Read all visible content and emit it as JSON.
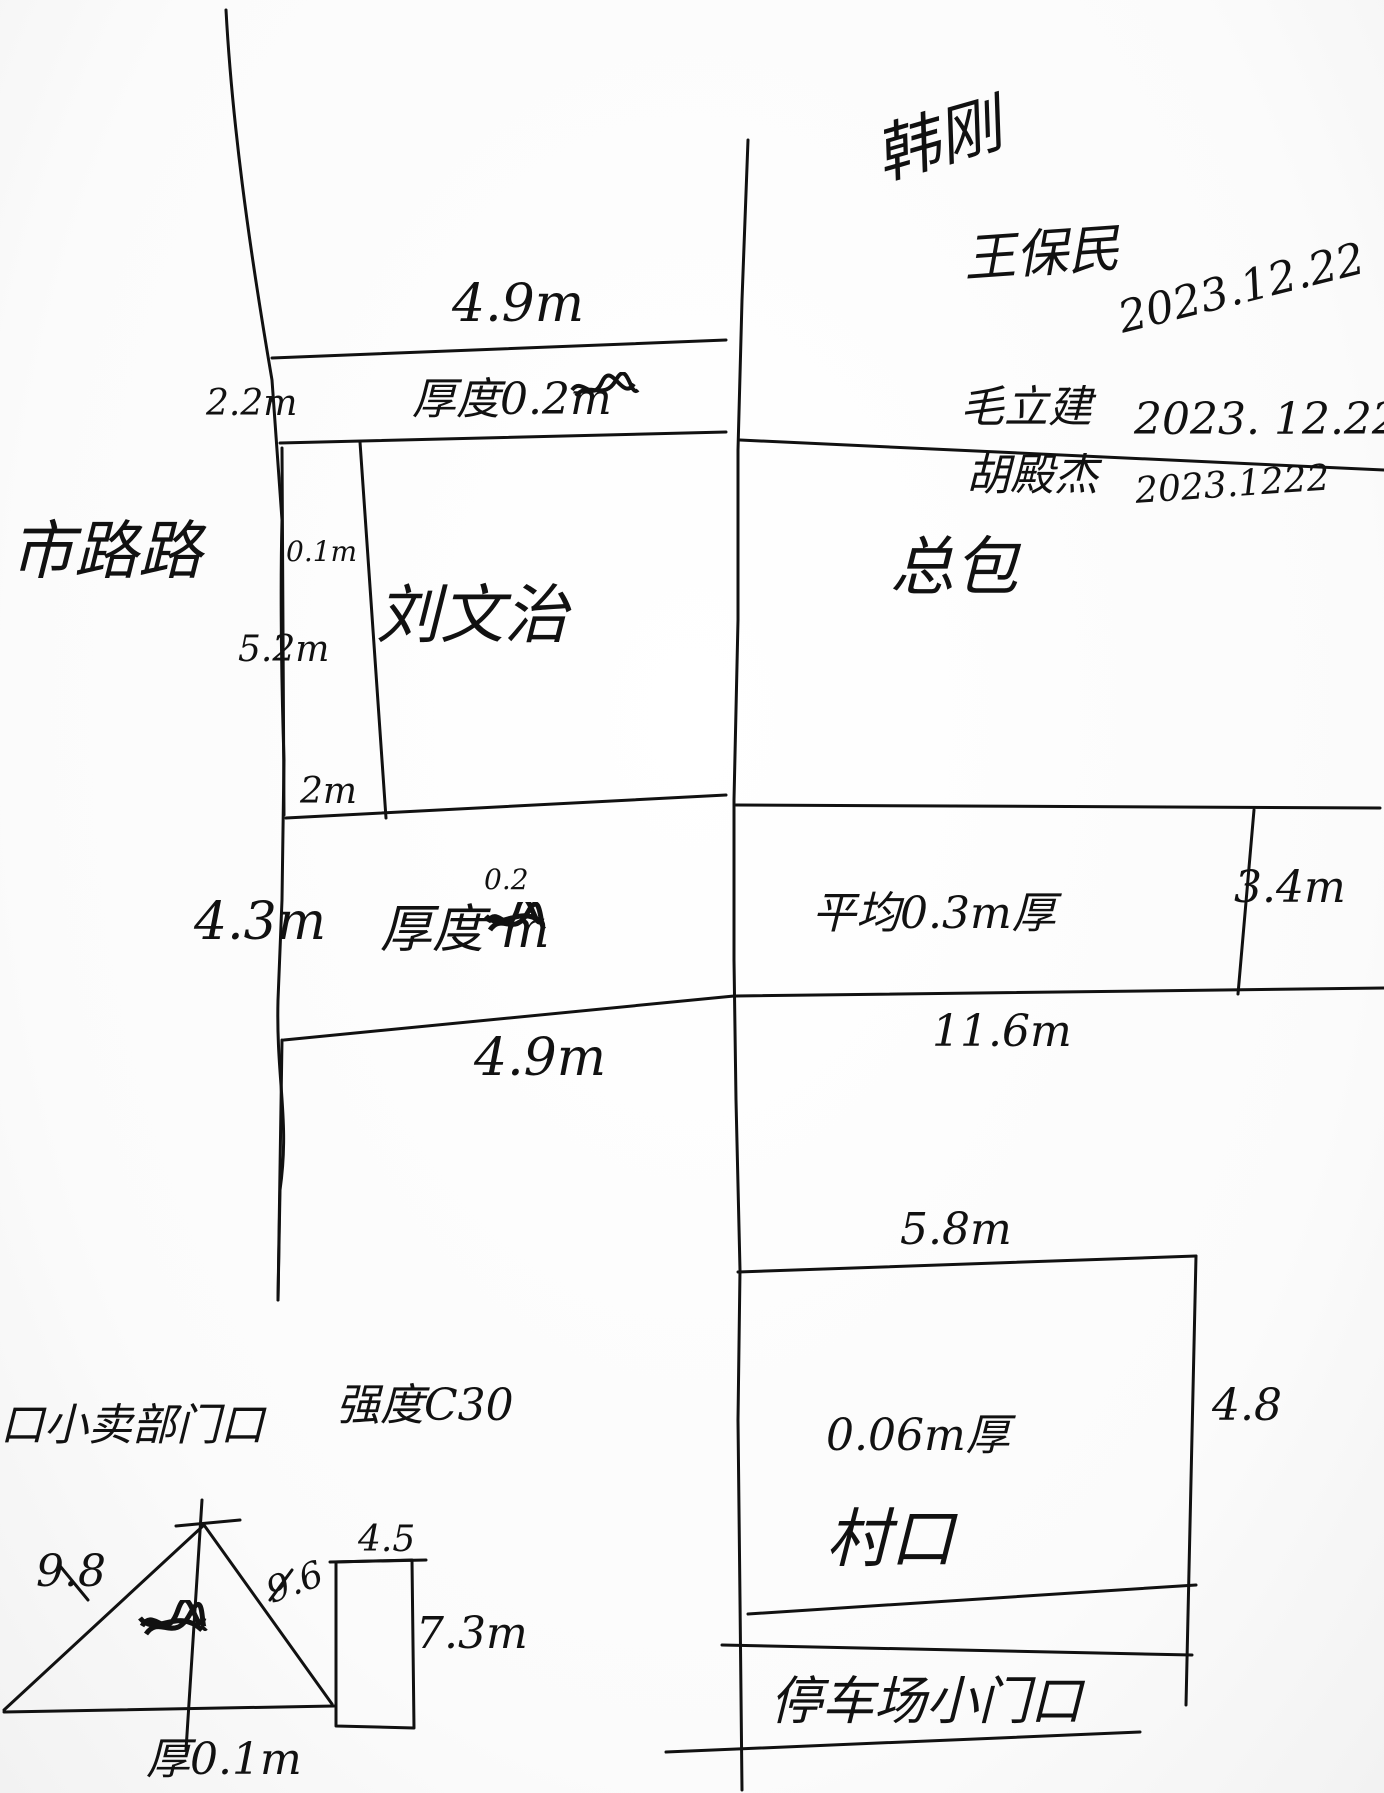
{
  "signatures": {
    "sig1": "韩刚",
    "sig2_name": "王保民",
    "sig2_date": "2023.12.22",
    "sig3_name": "毛立建",
    "sig3_date": "2023. 12.22",
    "sig4_name": "胡殿杰",
    "sig4_date": "2023.1222"
  },
  "roads": {
    "street_name": "市路路",
    "parking_gate": "停车场小门口",
    "shop_gate": "口小卖部门口",
    "concrete_grade": "强度C30"
  },
  "plots": {
    "owner_left": "刘文治",
    "owner_right": "总包",
    "village_entrance": "村口"
  },
  "dimensions": {
    "top_width": "4.9m",
    "top_height": "2.2m",
    "top_thickness": "厚度0.2m",
    "strip_width": "0.1m",
    "left_height": "5.2m",
    "bottom_small": "2m",
    "mid_height": "4.3m",
    "mid_thickness_value": "0.2",
    "mid_thickness": "厚度   m",
    "mid_width": "4.9m",
    "right_avg_thickness": "平均0.3m厚",
    "right_small_width": "3.4m",
    "right_width": "11.6m",
    "lower_width": "5.8m",
    "lower_height": "4.8",
    "lower_thickness": "0.06m厚",
    "tri_left": "9.8",
    "tri_right": "9.6",
    "rect_width": "4.5",
    "rect_height": "7.3m",
    "tri_thickness": "厚0.1m"
  }
}
